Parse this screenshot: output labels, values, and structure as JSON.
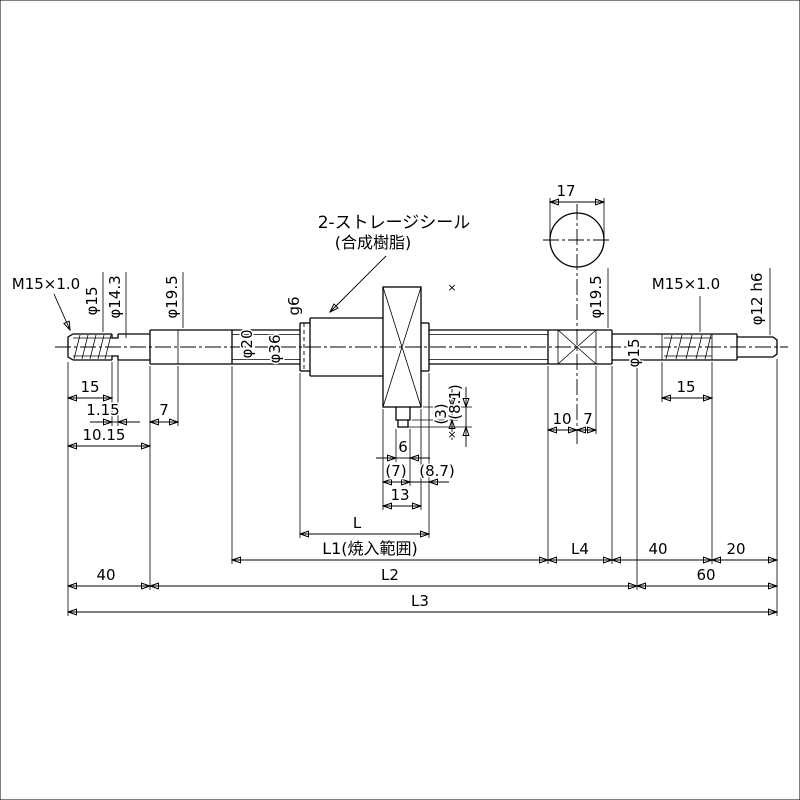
{
  "colors": {
    "line": "#000000",
    "background": "#ffffff"
  },
  "drawing": {
    "left_end": {
      "thread": "M15×1.0",
      "dia_15": "φ15",
      "dia_14_3": "φ14.3",
      "dia_19_5": "φ19.5"
    },
    "screw": {
      "dia_20": "φ20",
      "tolerance_g6": "g6"
    },
    "nut": {
      "dia_36": "φ36",
      "seal_note_line1": "2-ストレージシール",
      "seal_note_line2": "(合成樹脂)"
    },
    "right_end": {
      "width_17": "17",
      "dia_19_5": "φ19.5",
      "dia_15": "φ15",
      "thread": "M15×1.0",
      "dia_12": "φ12 h6"
    },
    "dims": {
      "d15_left": "15",
      "d1_15": "1.15",
      "d7_left": "7",
      "d10_15": "10.15",
      "d6": "6",
      "d7_paren": "(7)",
      "d8_7_paren": "(8.7)",
      "d13": "13",
      "d3_paren": "(3)",
      "d8_1_paren": "(8.1)",
      "d10_right": "10",
      "d7_right": "7",
      "d15_right": "15",
      "d40_right": "40",
      "d20_right": "20",
      "d40_left": "40",
      "d60_right": "60"
    },
    "lengths": {
      "L": "L",
      "L1": "L1(焼入範囲)",
      "L2": "L2",
      "L3": "L3",
      "L4": "L4"
    },
    "marks": {
      "section_top": "×",
      "section_bottom": "×"
    }
  }
}
